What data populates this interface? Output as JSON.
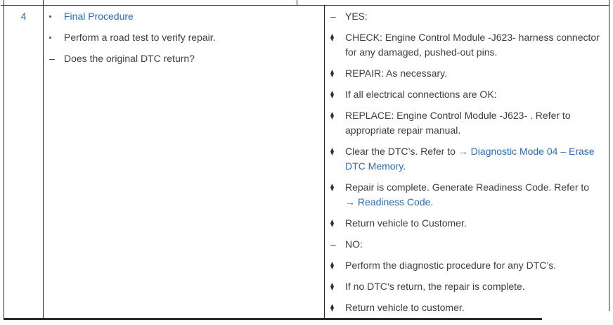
{
  "colors": {
    "link_blue": "#2b6cb3",
    "body_text": "#3c4043",
    "border_dark": "#2b2b2b"
  },
  "table": {
    "step_number": "4",
    "procedure_items": [
      {
        "marker": "dot",
        "segments": [
          {
            "type": "link",
            "text": "Final Procedure"
          }
        ]
      },
      {
        "marker": "dot",
        "segments": [
          {
            "type": "text",
            "text": "Perform a road test to verify repair."
          }
        ]
      },
      {
        "marker": "dash",
        "segments": [
          {
            "type": "text",
            "text": "Does the original DTC return?"
          }
        ]
      }
    ],
    "result_items": [
      {
        "marker": "dash",
        "segments": [
          {
            "type": "text",
            "text": "YES:"
          }
        ]
      },
      {
        "marker": "diamond",
        "segments": [
          {
            "type": "text",
            "text": "CHECK: Engine Control Module -J623- harness connector for any damaged, pushed-out pins."
          }
        ]
      },
      {
        "marker": "diamond",
        "segments": [
          {
            "type": "text",
            "text": "REPAIR: As necessary."
          }
        ]
      },
      {
        "marker": "diamond",
        "segments": [
          {
            "type": "text",
            "text": "If all electrical connections are OK:"
          }
        ]
      },
      {
        "marker": "diamond",
        "segments": [
          {
            "type": "text",
            "text": "REPLACE: Engine Control Module -J623- . Refer to appropriate repair manual."
          }
        ]
      },
      {
        "marker": "diamond",
        "segments": [
          {
            "type": "text",
            "text": "Clear the DTC’s. Refer to "
          },
          {
            "type": "link",
            "text": "→ Diagnostic Mode 04 – Erase DTC Memory"
          },
          {
            "type": "text",
            "text": "."
          }
        ]
      },
      {
        "marker": "diamond",
        "segments": [
          {
            "type": "text",
            "text": "Repair is complete. Generate Readiness Code. Refer to "
          },
          {
            "type": "link",
            "text": "→ Readiness Code"
          },
          {
            "type": "text",
            "text": "."
          }
        ]
      },
      {
        "marker": "diamond",
        "segments": [
          {
            "type": "text",
            "text": "Return vehicle to Customer."
          }
        ]
      },
      {
        "marker": "dash",
        "segments": [
          {
            "type": "text",
            "text": "NO:"
          }
        ]
      },
      {
        "marker": "diamond",
        "segments": [
          {
            "type": "text",
            "text": "Perform the diagnostic procedure for any DTC’s."
          }
        ]
      },
      {
        "marker": "diamond",
        "segments": [
          {
            "type": "text",
            "text": "If no DTC’s return, the repair is complete."
          }
        ]
      },
      {
        "marker": "diamond",
        "segments": [
          {
            "type": "text",
            "text": "Return vehicle to customer."
          }
        ]
      }
    ]
  },
  "markers": {
    "dash_glyph": "–"
  }
}
